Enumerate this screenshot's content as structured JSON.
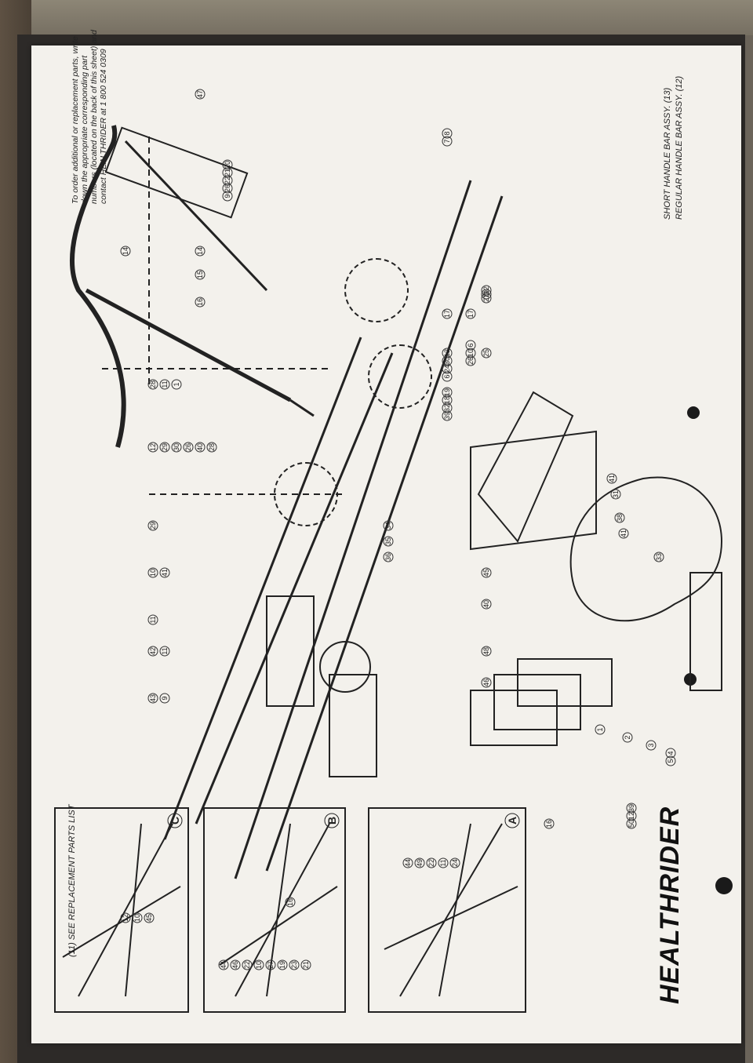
{
  "brand": "HEALTHRIDER",
  "handlebars": {
    "regular": "REGULAR HANDLE BAR ASSY.",
    "regular_ref": "12",
    "short": "SHORT HANDLE BAR ASSY.",
    "short_ref": "13"
  },
  "order_note": "To order additional or replacement parts, write down the appropriate corresponding part numbers (located on the back of this sheet) and contact HEALTHRIDER at 1 800 524 0309",
  "see_replacement": "SEE REPLACEMENT PARTS LIST",
  "see_replacement_ref": "11",
  "detail_labels": [
    "A",
    "B",
    "C"
  ],
  "callouts": {
    "handlebar": [
      "14",
      "14",
      "15",
      "16"
    ],
    "seat": [
      "41",
      "31",
      "38",
      "41",
      "33"
    ],
    "bottom_row": [
      "28",
      "11",
      "1",
      "12",
      "29",
      "30",
      "26",
      "40",
      "28",
      "29",
      "10",
      "41",
      "11",
      "42",
      "11",
      "43",
      "9"
    ],
    "side_column": [
      "47",
      "20",
      "21",
      "22",
      "26",
      "9",
      "8",
      "7",
      "17",
      "6",
      "10",
      "26"
    ],
    "top_row": [
      "1",
      "2",
      "3",
      "4",
      "5"
    ],
    "mid": [
      "17",
      "12",
      "19",
      "27",
      "25",
      "12",
      "30",
      "24",
      "6",
      "19",
      "18",
      "32",
      "39",
      "45",
      "40",
      "48",
      "46",
      "34",
      "35",
      "36"
    ],
    "detail_a": [
      "50",
      "12",
      "39",
      "44",
      "49",
      "22",
      "11",
      "24",
      "16"
    ],
    "detail_b": [
      "44",
      "46",
      "22",
      "10",
      "27",
      "19",
      "23",
      "21",
      "16"
    ],
    "detail_c": [
      "12",
      "10",
      "45"
    ]
  }
}
